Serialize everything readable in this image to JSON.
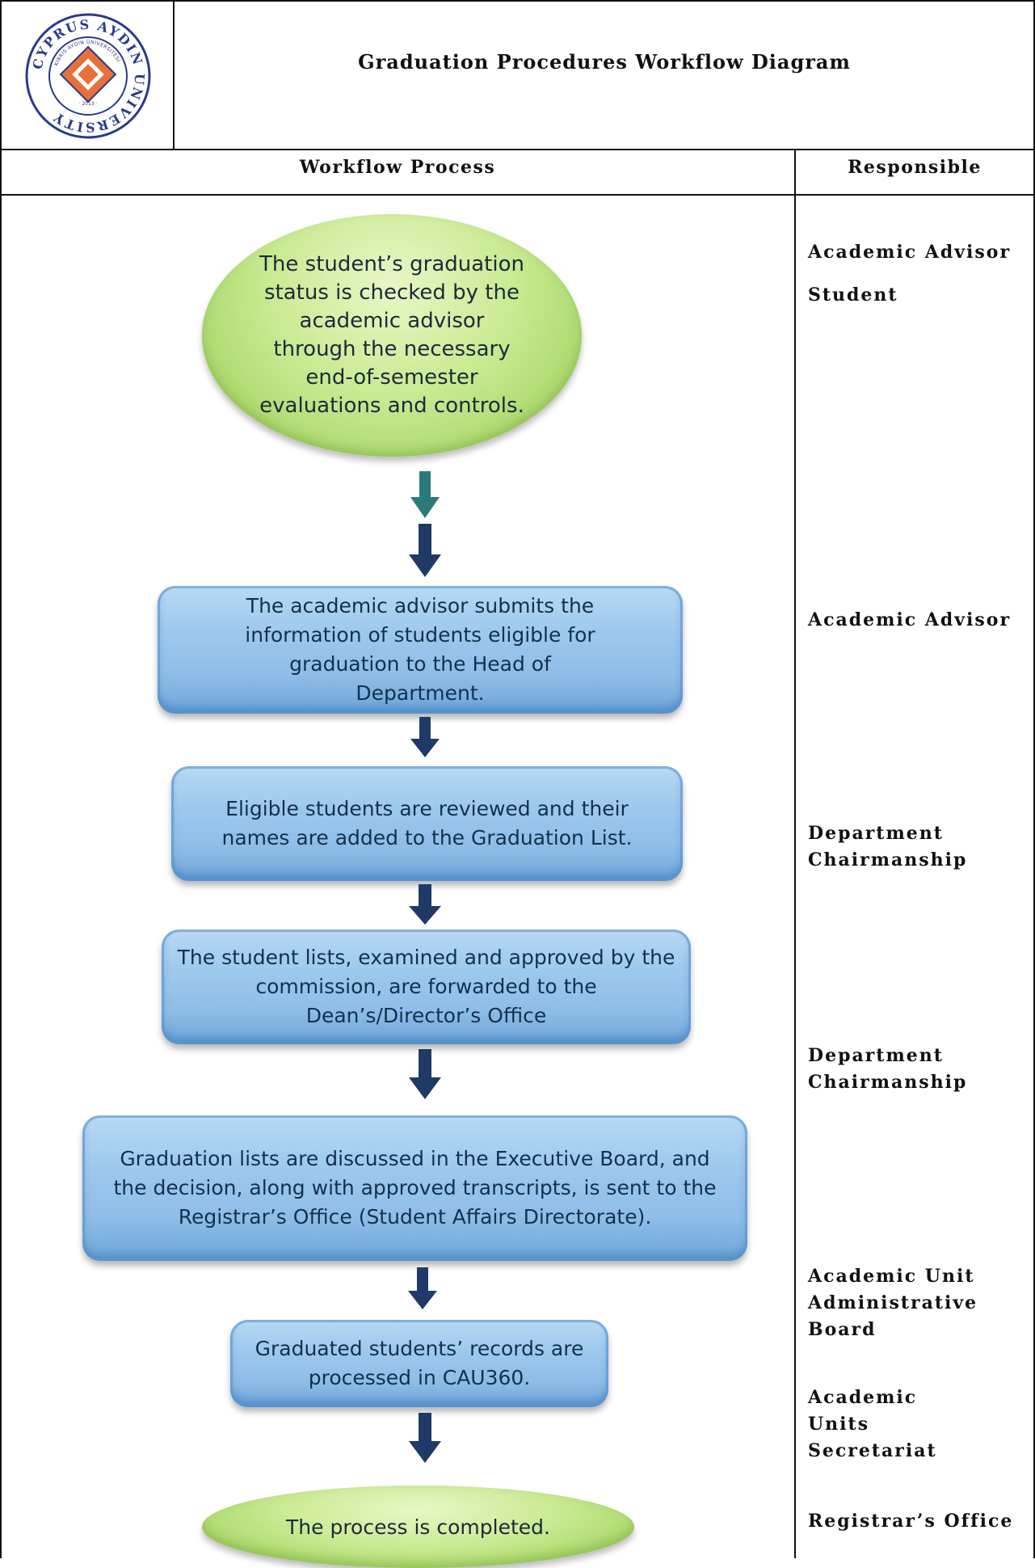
{
  "header": {
    "logo": {
      "name": "university-logo",
      "ring_text": "CYPRUS AYDIN UNIVERSITY",
      "inner_text": "KIBRIS AYDIN ÜNİVERSİTESİ",
      "year": "· 2013 ·",
      "colors": {
        "ring": "#2b3a8c",
        "accent": "#e8703a"
      }
    },
    "title": "Graduation Procedures Workflow Diagram"
  },
  "columns": {
    "process": "Workflow Process",
    "responsible": "Responsible"
  },
  "steps": [
    {
      "text": "The student’s graduation status is checked by the academic advisor through the necessary end-of-semester evaluations and controls.",
      "shape": "oval"
    },
    {
      "text": "The academic advisor submits the information of students eligible for graduation to the Head of Department.",
      "shape": "box"
    },
    {
      "text": "Eligible students are reviewed and their names are added to the Graduation List.",
      "shape": "box"
    },
    {
      "text": "The student lists, examined and approved by the commission, are forwarded to the Dean’s/Director’s Office",
      "shape": "box"
    },
    {
      "text": "Graduation lists are discussed in the Executive Board, and the decision, along with approved transcripts, is sent to the Registrar’s Office (Student Affairs Directorate).",
      "shape": "box"
    },
    {
      "text": "Graduated students’ records are processed in CAU360.",
      "shape": "box"
    },
    {
      "text": "The process is completed.",
      "shape": "oval"
    }
  ],
  "responsible": [
    "Academic Advisor",
    "Student",
    "Academic Advisor",
    "Department Chairmanship",
    "Department Chairmanship",
    "Academic Unit Administrative Board",
    "Academic Units Secretariat",
    "Registrar’s Office"
  ],
  "colors": {
    "oval": "#c2e58a",
    "box": "#9ec9ee",
    "arrow": "#1f3a66",
    "arrow_top": "#2a7a7a"
  }
}
